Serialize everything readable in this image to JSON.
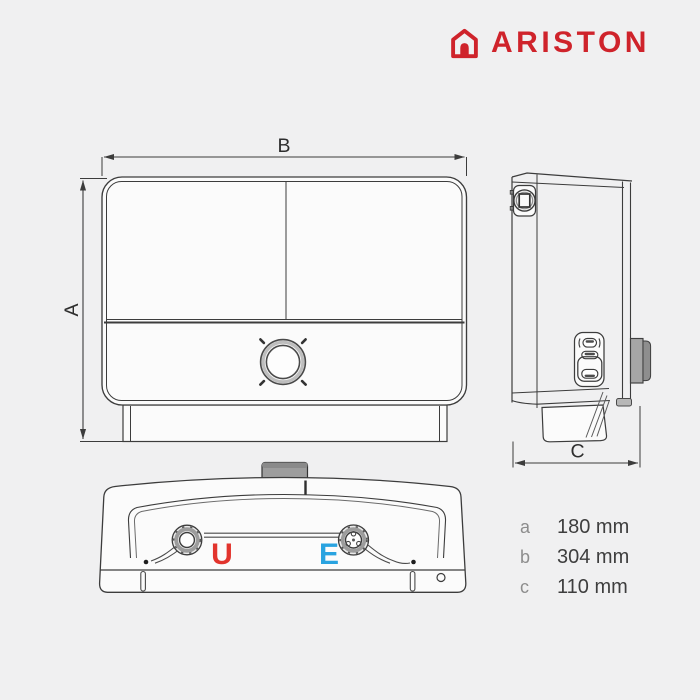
{
  "page": {
    "background": "#f0f0f1"
  },
  "logo": {
    "brand": "ARISTON",
    "color": "#cf232b"
  },
  "views": {
    "front": {
      "width_label": "B",
      "height_label": "A"
    },
    "side": {
      "depth_label": "C"
    },
    "bottom": {
      "outlet_label": "U",
      "outlet_color": "#e2342d",
      "inlet_label": "E",
      "inlet_color": "#29a3e0"
    }
  },
  "dimensions": {
    "rows": [
      {
        "key": "a",
        "value": "180 mm"
      },
      {
        "key": "b",
        "value": "304 mm"
      },
      {
        "key": "c",
        "value": "110 mm"
      }
    ]
  }
}
